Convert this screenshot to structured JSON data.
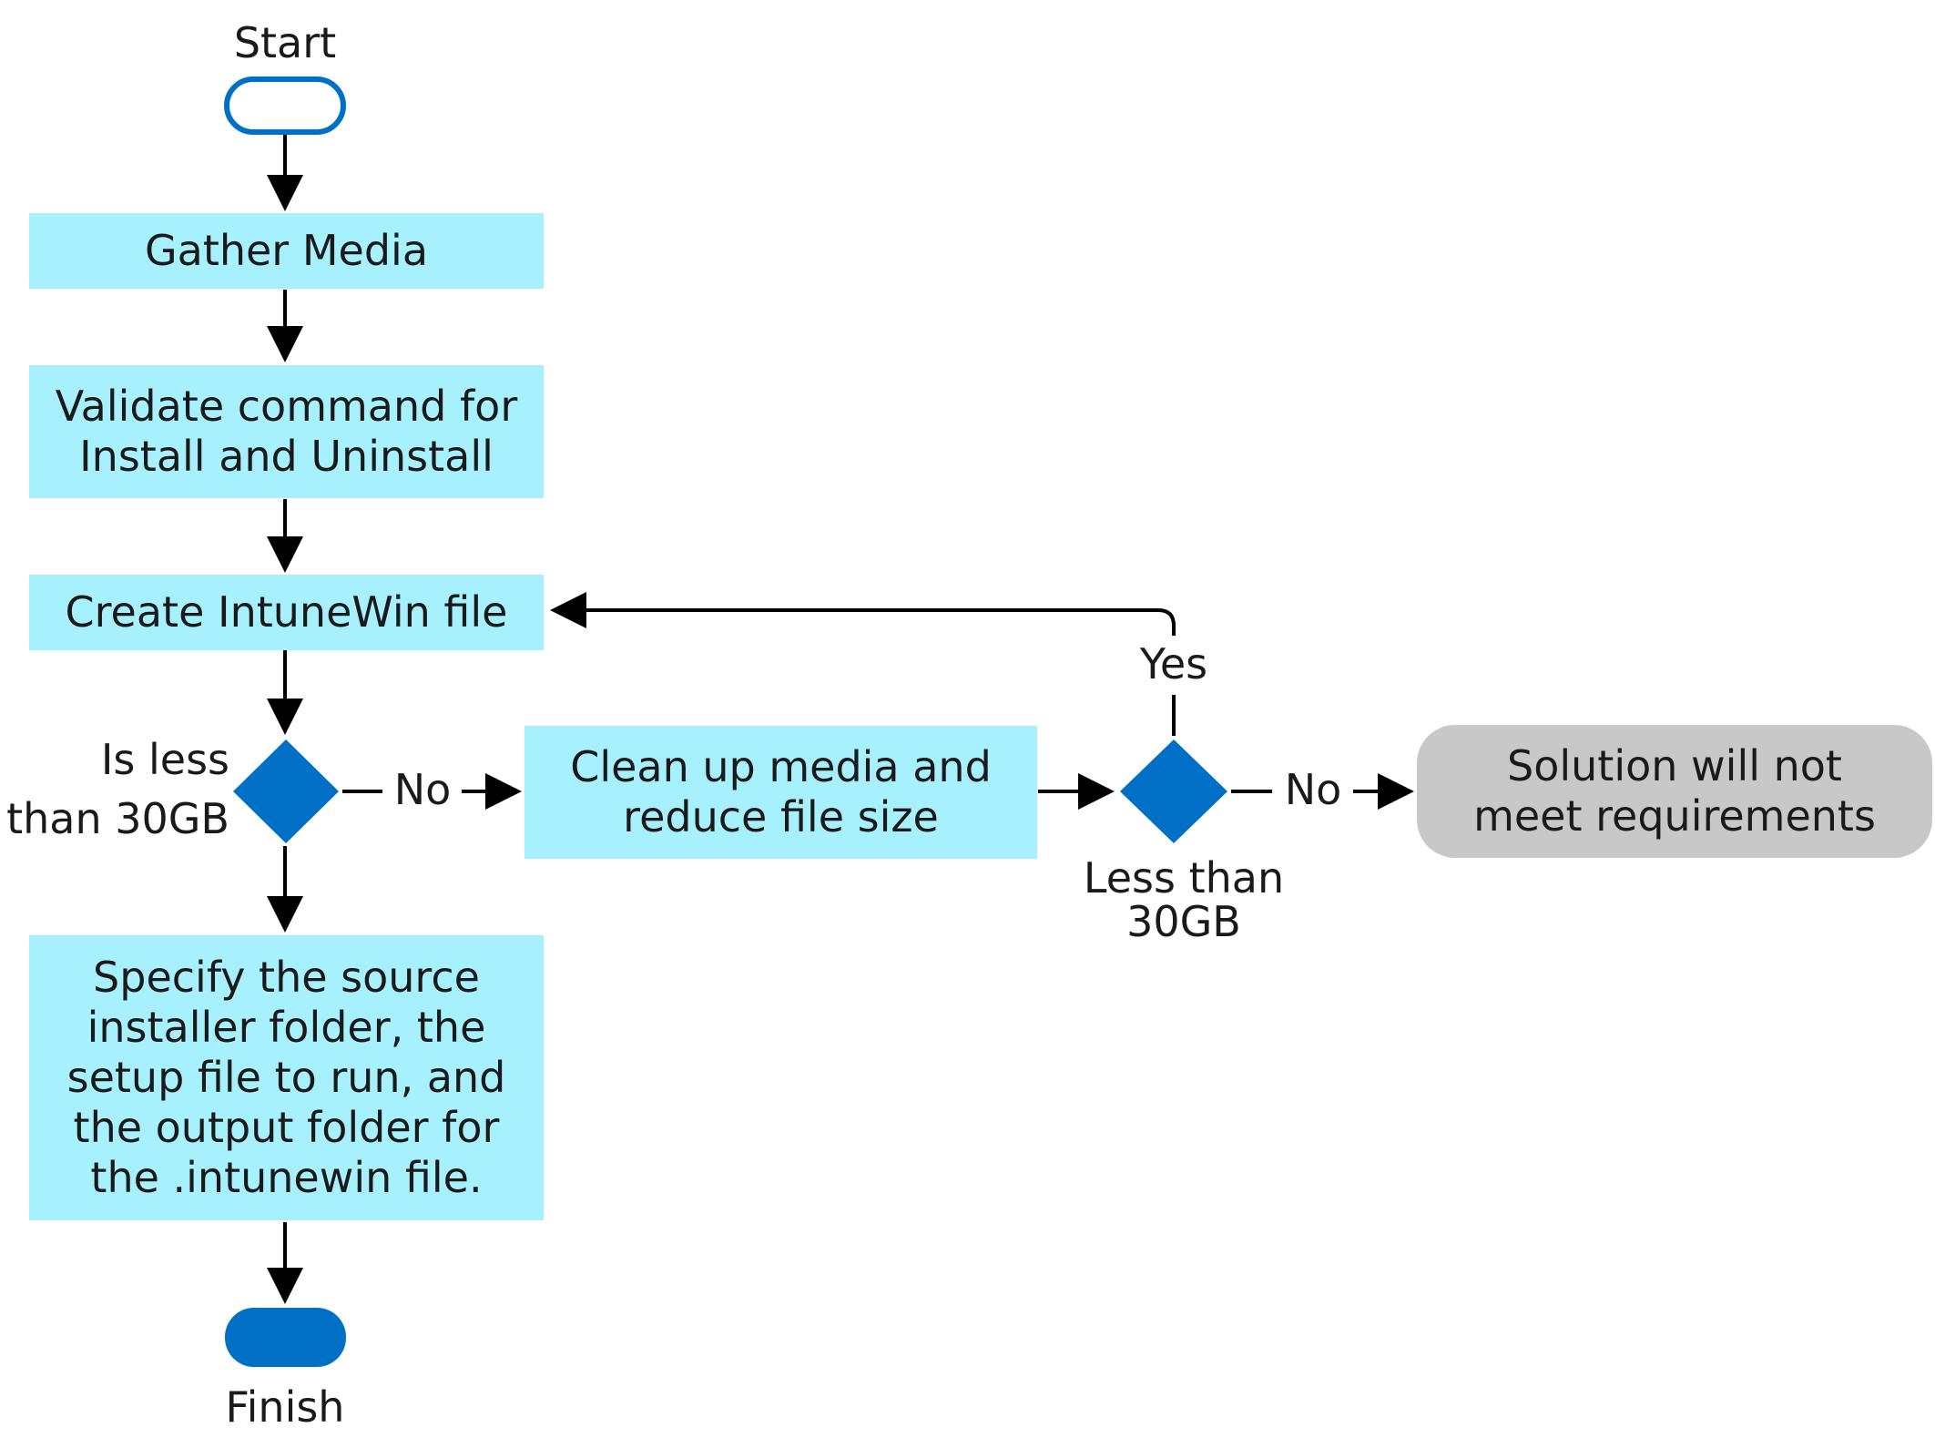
{
  "colors": {
    "process_fill": "#a6f1fd",
    "decision_fill": "#0070c6",
    "terminal_stroke": "#0070c6",
    "end_fill": "#0070c6",
    "gray_fill": "#c8c8c8",
    "line": "#000000"
  },
  "nodes": {
    "start_label": "Start",
    "gather_media": "Gather Media",
    "validate_command": "Validate command for\nInstall and Uninstall",
    "create_intunewin": "Create IntuneWin file",
    "decision1_label": "Is less\nthan 30GB",
    "clean_up": "Clean up media and\nreduce file size",
    "decision2_label": "Less than\n30GB",
    "solution_fail": "Solution will not\nmeet requirements",
    "specify_source": "Specify the source\ninstaller folder, the\nsetup file to run, and\nthe output folder for\nthe .intunewin file.",
    "finish_label": "Finish"
  },
  "edges": {
    "no_1": "No",
    "no_2": "No",
    "yes": "Yes"
  }
}
